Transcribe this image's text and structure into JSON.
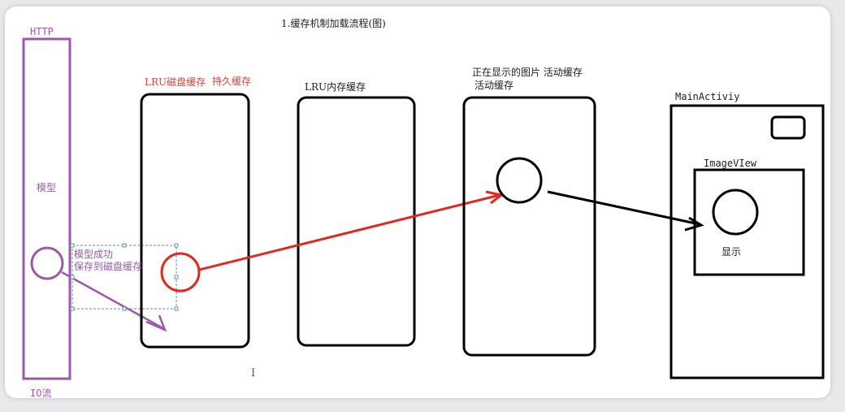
{
  "title": "1.缓存机制加载流程(图)",
  "http_label": "HTTP",
  "model_label": "模型",
  "io_label": "IO流",
  "annotation": {
    "line1": "模型成功",
    "line2": "保存到磁盘缓存"
  },
  "disk_cache": {
    "label1": "LRU磁盘缓存",
    "label2": "持久缓存"
  },
  "memory_cache": {
    "label": "LRU内存缓存"
  },
  "active_cache": {
    "label1": "正在显示的图片 活动缓存",
    "label2": "活动缓存"
  },
  "activity": {
    "label": "MainActiviy",
    "imageview_label": "ImageVIew",
    "display_label": "显示"
  },
  "colors": {
    "purple": "#9b5aa8",
    "red": "#e02a1f",
    "black": "#000000",
    "selection": "#6a8fb5"
  }
}
